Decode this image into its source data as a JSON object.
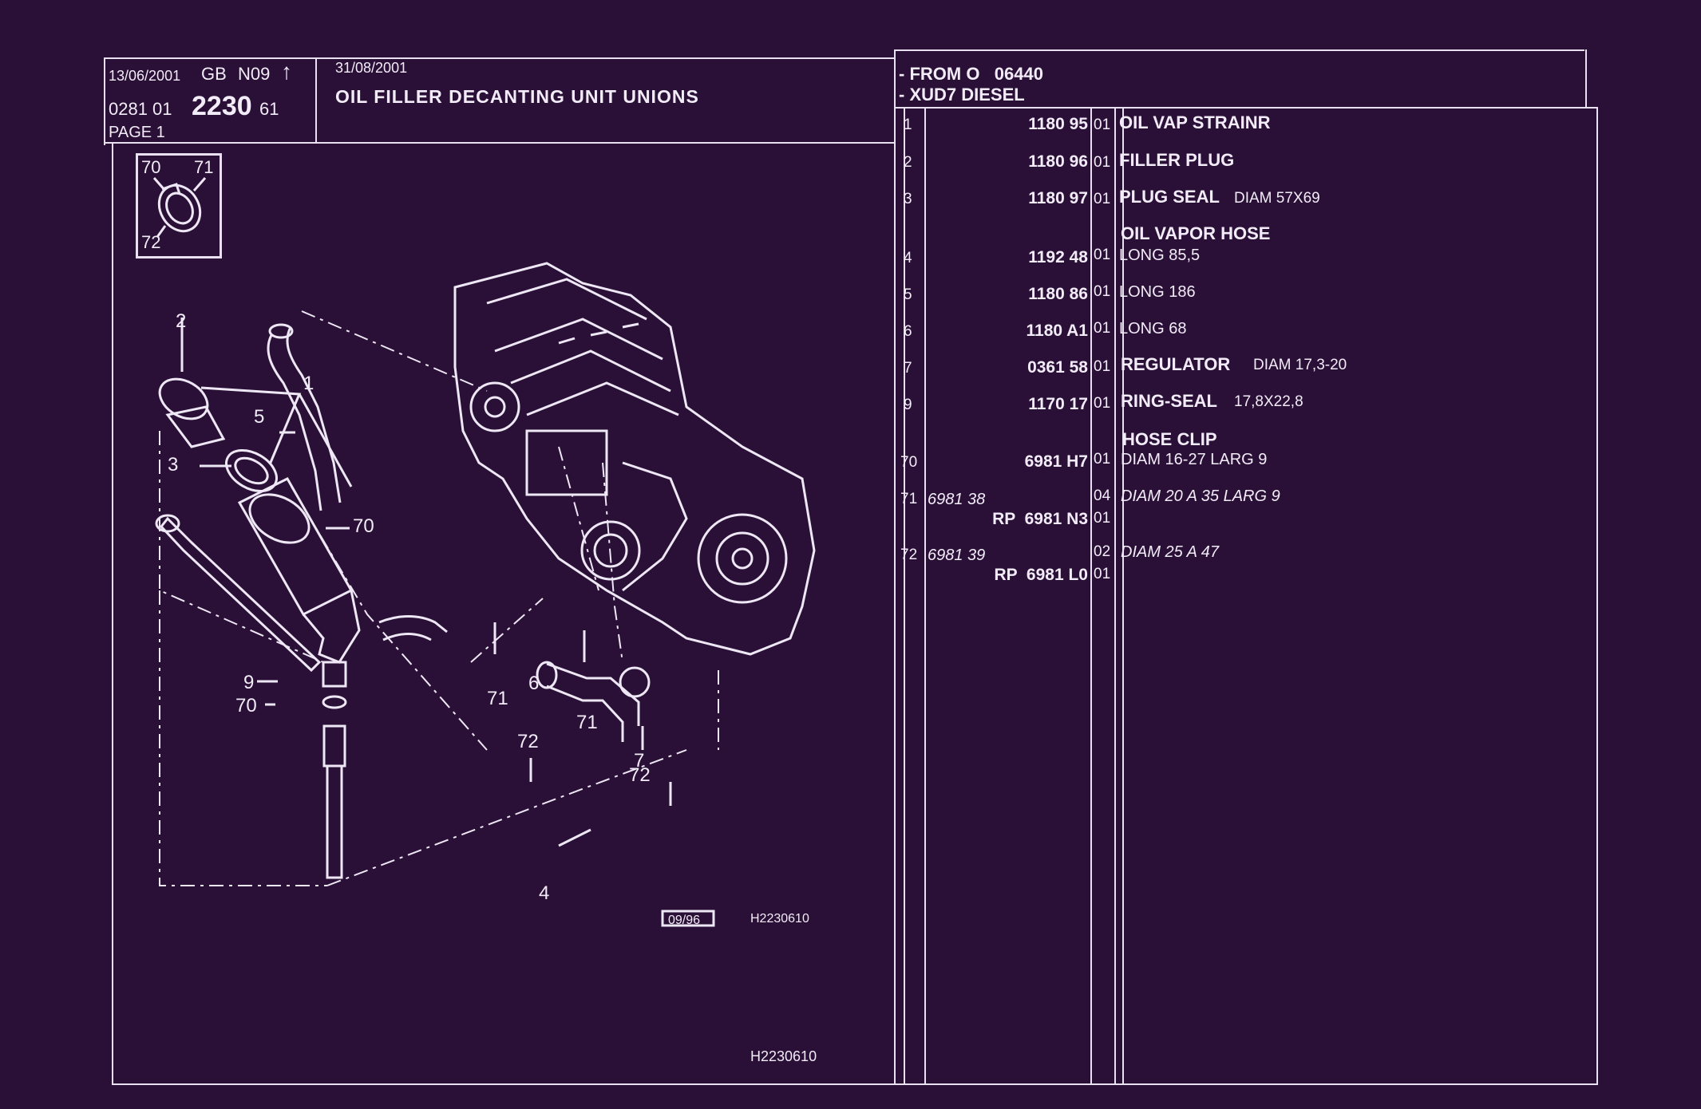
{
  "header": {
    "date_left": "13/06/2001",
    "country": "GB",
    "code_n": "N09",
    "ref_prefix": "0281 01",
    "ref_main": "2230",
    "ref_suffix": "61",
    "page_label": "PAGE 1",
    "date_mid": "31/08/2001",
    "title": "OIL FILLER DECANTING UNIT UNIONS",
    "from_line": "- FROM O   06440",
    "engine_line": "- XUD7 DIESEL"
  },
  "inset_labels": [
    "70",
    "71",
    "72"
  ],
  "diagram": {
    "callouts": [
      "1",
      "2",
      "3",
      "5",
      "70",
      "9",
      "70",
      "71",
      "6",
      "71",
      "72",
      "7",
      "72",
      "4"
    ],
    "date_box": "09/96",
    "ref_small": "H2230610",
    "ref_bottom": "H2230610"
  },
  "parts": [
    {
      "num": "1",
      "ref": "1180 95",
      "qty": "01",
      "name": "OIL VAP STRAINR",
      "spec": ""
    },
    {
      "num": "2",
      "ref": "1180 96",
      "qty": "01",
      "name": "FILLER PLUG",
      "spec": ""
    },
    {
      "num": "3",
      "ref": "1180 97",
      "qty": "01",
      "name": "PLUG SEAL",
      "spec": "DIAM 57X69"
    },
    {
      "num": "",
      "ref": "",
      "qty": "",
      "name": "OIL VAPOR HOSE",
      "spec": ""
    },
    {
      "num": "4",
      "ref": "1192 48",
      "qty": "01",
      "name": "",
      "spec": "LONG 85,5"
    },
    {
      "num": "5",
      "ref": "1180 86",
      "qty": "01",
      "name": "",
      "spec": "LONG 186"
    },
    {
      "num": "6",
      "ref": "1180 A1",
      "qty": "01",
      "name": "",
      "spec": "LONG 68"
    },
    {
      "num": "7",
      "ref": "0361 58",
      "qty": "01",
      "name": "REGULATOR",
      "spec": "DIAM 17,3-20"
    },
    {
      "num": "9",
      "ref": "1170 17",
      "qty": "01",
      "name": "RING-SEAL",
      "spec": "17,8X22,8"
    },
    {
      "num": "",
      "ref": "",
      "qty": "",
      "name": "HOSE CLIP",
      "spec": ""
    },
    {
      "num": "70",
      "ref": "6981 H7",
      "qty": "01",
      "name": "",
      "spec": "DIAM 16-27 LARG 9"
    },
    {
      "num": "71",
      "old_ref": "6981 38",
      "qty": "04",
      "name": "",
      "spec": "DIAM 20 A 35 LARG 9"
    },
    {
      "num": "",
      "ref": "RP  6981 N3",
      "qty": "01",
      "name": "",
      "spec": ""
    },
    {
      "num": "72",
      "old_ref": "6981 39",
      "qty": "02",
      "name": "",
      "spec": "DIAM 25 A 47"
    },
    {
      "num": "",
      "ref": "RP  6981 L0",
      "qty": "01",
      "name": "",
      "spec": ""
    }
  ]
}
